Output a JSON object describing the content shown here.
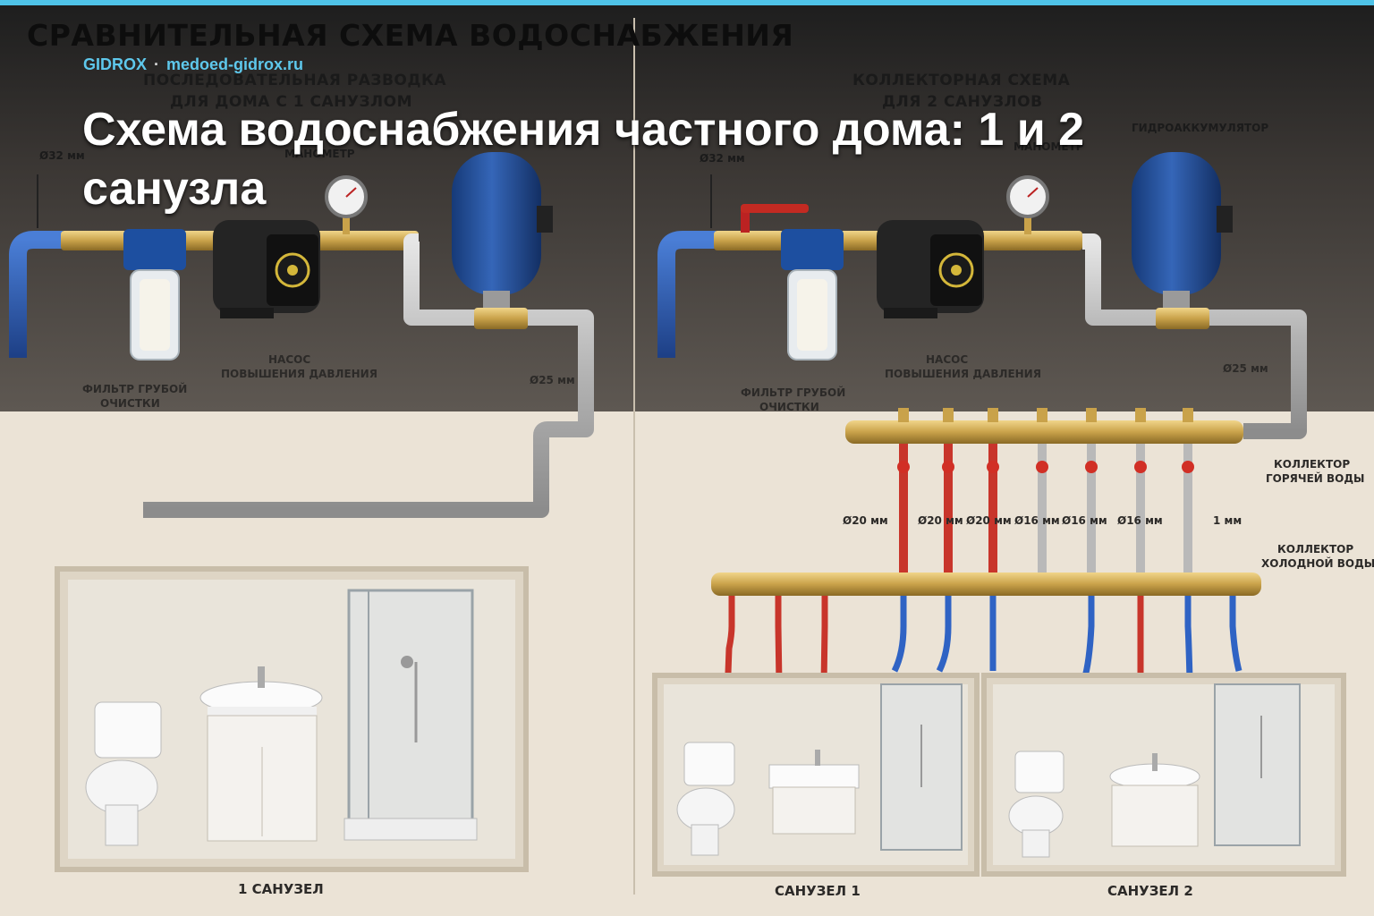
{
  "site": {
    "brand": "GIDROX",
    "separator": "·",
    "domain": "medoed-gidrox.ru"
  },
  "headline": "Схема водоснабжения частного дома: 1 и 2 санузла",
  "diagram": {
    "heading": "СРАВНИТЕЛЬНАЯ СХЕМА ВОДОСНАБЖЕНИЯ",
    "left": {
      "title_line1": "ПОСЛЕДОВАТЕЛЬНАЯ РАЗВОДКА",
      "title_line2": "ДЛЯ ДОМА С 1 САНУЗЛОМ",
      "inlet": "Ø32 мм",
      "gauge": "МАНОМЕТР",
      "filter_line1": "ФИЛЬТР ГРУБОЙ",
      "filter_line2": "ОЧИСТКИ",
      "pump_line1": "НАСОС",
      "pump_line2": "ПОВЫШЕНИЯ ДАВЛЕНИЯ",
      "pipe": "Ø25 мм",
      "room": "1 САНУЗЕЛ"
    },
    "right": {
      "title_line1": "КОЛЛЕКТОРНАЯ СХЕМА",
      "title_line2": "ДЛЯ 2 САНУЗЛОВ",
      "inlet": "Ø32 мм",
      "gauge": "МАНОМЕТР",
      "accumulator": "ГИДРОАККУМУЛЯТОР",
      "filter_line1": "ФИЛЬТР ГРУБОЙ",
      "filter_line2": "ОЧИСТКИ",
      "pump_line1": "НАСОС",
      "pump_line2": "ПОВЫШЕНИЯ ДАВЛЕНИЯ",
      "pipe": "Ø25 мм",
      "hot_manifold_line1": "КОЛЛЕКТОР",
      "hot_manifold_line2": "ГОРЯЧЕЙ ВОДЫ",
      "cold_manifold_line1": "КОЛЛЕКТОР",
      "cold_manifold_line2": "ХОЛОДНОЙ ВОДЫ",
      "branch_sizes": [
        "Ø20 мм",
        "Ø20 мм",
        "Ø20 мм",
        "Ø16 мм",
        "Ø16 мм",
        "Ø16 мм",
        "1 мм"
      ],
      "room1": "САНУЗЕЛ 1",
      "room2": "САНУЗЕЛ 2"
    }
  },
  "colors": {
    "accent": "#4fc3e8",
    "brand_text": "#5ec8ec",
    "pipe_gray": "#b9b9b9",
    "brass": "#c9a24a",
    "tank_blue": "#1f4f9c",
    "hot_pipe": "#c8352b",
    "cold_pipe": "#2f63c4"
  },
  "icons": [
    "pressure-gauge-icon",
    "pump-icon",
    "filter-icon",
    "accumulator-tank-icon",
    "toilet-icon",
    "sink-icon",
    "shower-icon",
    "valve-icon"
  ]
}
